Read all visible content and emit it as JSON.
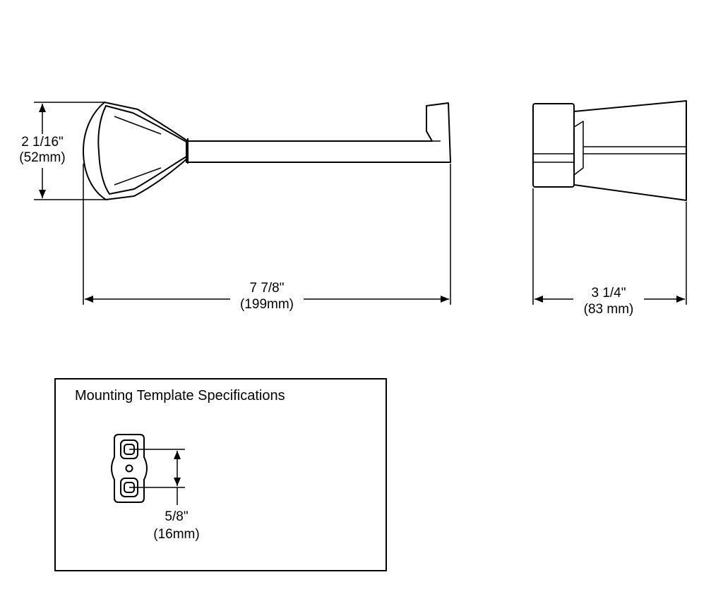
{
  "dimensions": {
    "height_in": "2 1/16\"",
    "height_mm": "(52mm)",
    "length_in": "7 7/8\"",
    "length_mm": "(199mm)",
    "depth_in": "3 1/4\"",
    "depth_mm": "(83 mm)"
  },
  "template": {
    "title": "Mounting Template Specifications",
    "spacing_in": "5/8\"",
    "spacing_mm": "(16mm)"
  },
  "colors": {
    "line": "#000000",
    "background": "#ffffff"
  }
}
